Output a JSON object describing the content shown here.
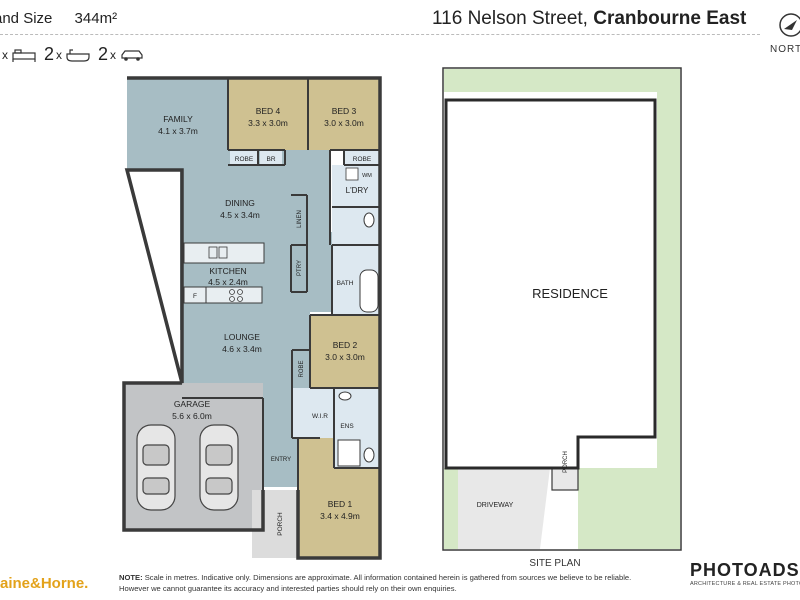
{
  "header": {
    "land_label": "and Size",
    "land_value": "344m²",
    "address_street": "116 Nelson Street, ",
    "address_suburb": "Cranbourne East",
    "north_label": "NORT",
    "icon_counts": [
      {
        "x": "x",
        "icon": "bed-icon"
      },
      {
        "num": "2",
        "x": "x",
        "icon": "bath-icon"
      },
      {
        "num": "2",
        "x": "x",
        "icon": "car-icon"
      }
    ]
  },
  "rooms": {
    "family": {
      "name": "FAMILY",
      "dim": "4.1 x 3.7m"
    },
    "bed4": {
      "name": "BED 4",
      "dim": "3.3 x 3.0m"
    },
    "bed3": {
      "name": "BED 3",
      "dim": "3.0 x 3.0m"
    },
    "dining": {
      "name": "DINING",
      "dim": "4.5 x 3.4m"
    },
    "kitchen": {
      "name": "KITCHEN",
      "dim": "4.5 x 2.4m"
    },
    "lounge": {
      "name": "LOUNGE",
      "dim": "4.6 x 3.4m"
    },
    "bed2": {
      "name": "BED 2",
      "dim": "3.0 x 3.0m"
    },
    "garage": {
      "name": "GARAGE",
      "dim": "5.6 x 6.0m"
    },
    "bed1": {
      "name": "BED 1",
      "dim": "3.4 x 4.9m"
    },
    "robe": "ROBE",
    "br": "BR",
    "ldry": "L'DRY",
    "wm": "WM",
    "linen": "LINEN",
    "ptry": "PTRY",
    "bath": "BATH",
    "wir": "W.I.R",
    "ens": "ENS",
    "entry": "ENTRY",
    "porch": "PORCH",
    "fridge": "F"
  },
  "site": {
    "residence": "RESIDENCE",
    "porch": "PORCH",
    "driveway": "DRIVEWAY",
    "label": "SITE PLAN"
  },
  "footer": {
    "brand_left": "aine&Horne.",
    "note_label": "NOTE:",
    "note_line1": " Scale in metres. Indicative only. Dimensions are approximate. All information contained herein is gathered from sources we believe to be reliable.",
    "note_line2": "However we cannot guarantee its accuracy and interested parties should rely on their own enquiries.",
    "brand_right": "PHOTOADS",
    "brand_right_tag": "ARCHITECTURE & REAL ESTATE PHOTOGRAPHY"
  },
  "colors": {
    "living": "#a7bdc4",
    "bedroom": "#cfc191",
    "wet": "#dde8f0",
    "garage": "#c2c4c6",
    "porch": "#dcdcdc",
    "lawn": "#d5e8c6",
    "wall": "#3a3a3a",
    "brand_left": "#e3a21a"
  }
}
